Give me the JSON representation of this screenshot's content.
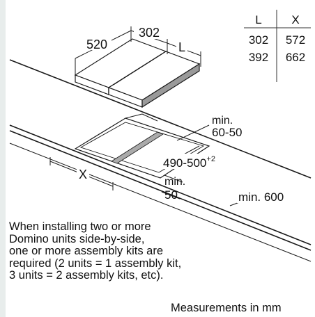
{
  "table": {
    "headers": [
      "L",
      "X"
    ],
    "rows": [
      [
        "302",
        "572"
      ],
      [
        "392",
        "662"
      ]
    ]
  },
  "top_dims": {
    "width_a": "520",
    "width_b": "302",
    "width_c": "L"
  },
  "cutout_dims": {
    "min_top": "min.",
    "min_top_value": "60-50",
    "depth": "490-500",
    "depth_sup": "+2",
    "min_front": "min.",
    "min_front_value": "50",
    "x": "X",
    "min_600": "min. 600"
  },
  "note_lines": [
    "When installing two or more",
    "Domino units side-by-side,",
    "one or more assembly kits are",
    "required (2 units = 1 assembly kit,",
    "3 units = 2 assembly kits, etc)."
  ],
  "footer": "Measurements in mm"
}
